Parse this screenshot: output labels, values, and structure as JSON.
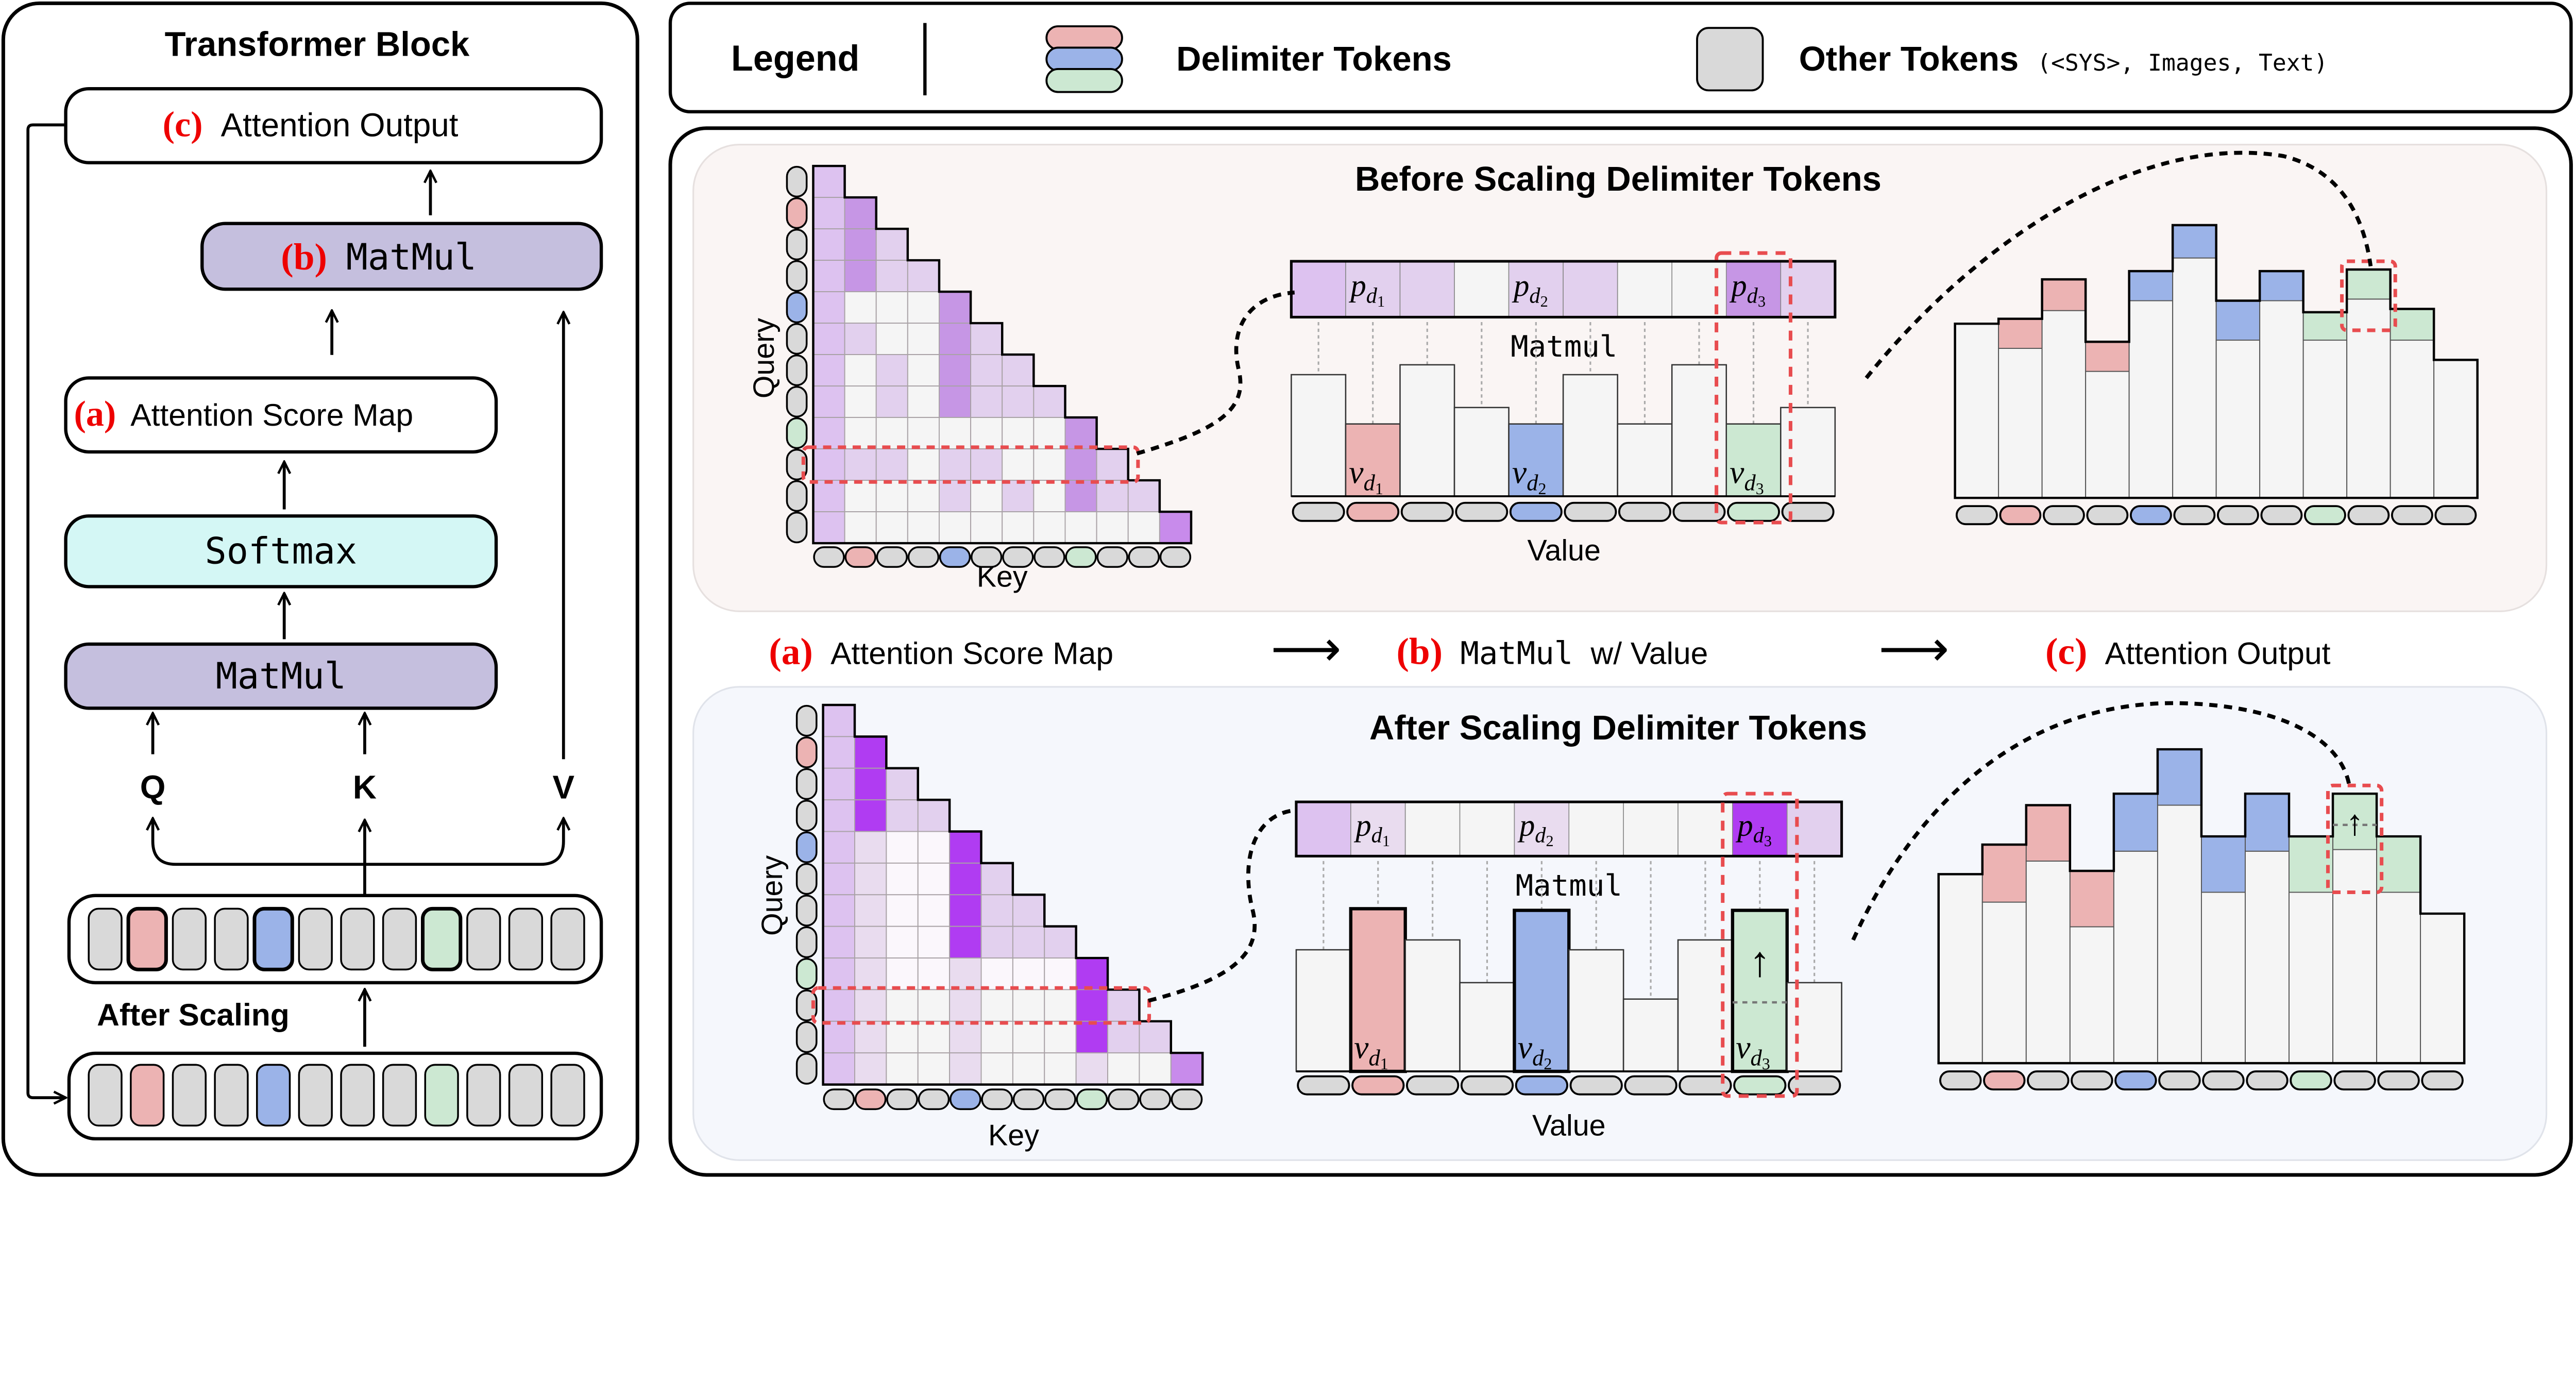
{
  "transformer_block": {
    "title": "Transformer Block",
    "attention_output": {
      "tag": "(c)",
      "label": "Attention Output"
    },
    "matmul_b": {
      "tag": "(b)",
      "label": "MatMul"
    },
    "score_map": {
      "tag": "(a)",
      "label": "Attention Score Map"
    },
    "softmax": "Softmax",
    "matmul": "MatMul",
    "q": "Q",
    "k": "K",
    "v": "V",
    "after_scaling": "After Scaling"
  },
  "legend": {
    "title": "Legend",
    "delimiter": "Delimiter Tokens",
    "other": "Other Tokens",
    "other_note": "(<SYS>, Images, Text)"
  },
  "steps": {
    "a": {
      "tag": "(a)",
      "label": "Attention Score Map"
    },
    "b": {
      "tag": "(b)",
      "mono": "MatMul",
      "label": "w/ Value"
    },
    "c": {
      "tag": "(c)",
      "label": "Attention Output"
    },
    "arrow": "⟶"
  },
  "labels": {
    "query": "Query",
    "key": "Key",
    "value": "Value",
    "matmul": "Matmul",
    "p": "p",
    "v": "v",
    "d": "d",
    "up_arrow": "↑"
  },
  "colors": {
    "red": "#ecb3b3",
    "blue": "#9bb3e8",
    "green": "#cce8d2",
    "grey": "#d9d9d9",
    "tag_red": "#ee0000",
    "highlight": "#e84c4f",
    "matmul_fill": "#c5bfde",
    "softmax_fill": "#d4f7f5",
    "before_bg": "#faf5f4",
    "after_bg": "#f5f7fc",
    "levels": [
      "#f5f5f5",
      "#e2d0ee",
      "#c696e5",
      "#b03cf2",
      "#c88beb",
      "#e9dcef",
      "#fbf7fc",
      "#ddc2f0"
    ]
  },
  "tokens": {
    "count": 12,
    "delimiter_index": {
      "1": "red",
      "4": "blue",
      "8": "green"
    }
  },
  "chart_data": [
    {
      "type": "heatmap",
      "name": "before",
      "title": "Before Scaling Delimiter Tokens",
      "attention_levels": [
        [
          7
        ],
        [
          7,
          2
        ],
        [
          7,
          2,
          1
        ],
        [
          7,
          2,
          1,
          1
        ],
        [
          7,
          0,
          0,
          0,
          2
        ],
        [
          7,
          1,
          0,
          0,
          2,
          1
        ],
        [
          7,
          0,
          1,
          0,
          2,
          1,
          1
        ],
        [
          7,
          0,
          1,
          0,
          2,
          1,
          1,
          1
        ],
        [
          7,
          0,
          0,
          0,
          0,
          0,
          0,
          0,
          2
        ],
        [
          7,
          1,
          1,
          0,
          1,
          1,
          0,
          0,
          2,
          1
        ],
        [
          7,
          0,
          0,
          0,
          1,
          0,
          1,
          0,
          2,
          1,
          1
        ],
        [
          7,
          0,
          0,
          0,
          0,
          0,
          0,
          0,
          0,
          0,
          0,
          4
        ]
      ],
      "highlighted_query_row": 9,
      "p_levels": [
        7,
        1,
        1,
        0,
        1,
        1,
        0,
        0,
        2,
        1
      ],
      "p_labels": {
        "1": "1",
        "4": "2",
        "8": "3"
      },
      "value_tokens": 10,
      "value_delimiters": {
        "1": "red",
        "4": "blue",
        "8": "green"
      },
      "value_heights": [
        74,
        44,
        80,
        54,
        44,
        74,
        44,
        80,
        44,
        54
      ],
      "output_base": [
        106,
        91,
        114,
        77,
        120,
        146,
        96,
        120,
        96,
        121,
        96,
        84
      ],
      "output_delta": [
        0,
        18,
        19,
        18,
        18,
        20,
        24,
        18,
        17,
        18,
        19,
        0
      ],
      "output_delta_color": [
        "none",
        "red",
        "red",
        "red",
        "blue",
        "blue",
        "blue",
        "blue",
        "green",
        "green",
        "green",
        "none"
      ],
      "highlighted_output": 9
    },
    {
      "type": "heatmap",
      "name": "after",
      "title": "After Scaling Delimiter Tokens",
      "attention_levels": [
        [
          7
        ],
        [
          7,
          3
        ],
        [
          7,
          3,
          1
        ],
        [
          7,
          3,
          1,
          1
        ],
        [
          7,
          5,
          6,
          6,
          3
        ],
        [
          7,
          5,
          6,
          6,
          3,
          1
        ],
        [
          7,
          5,
          6,
          6,
          3,
          1,
          1
        ],
        [
          7,
          5,
          6,
          6,
          3,
          1,
          1,
          1
        ],
        [
          7,
          5,
          6,
          6,
          5,
          6,
          6,
          6,
          3
        ],
        [
          7,
          5,
          0,
          0,
          5,
          0,
          0,
          0,
          3,
          1
        ],
        [
          7,
          5,
          0,
          0,
          5,
          0,
          0,
          0,
          3,
          1,
          1
        ],
        [
          7,
          5,
          0,
          0,
          5,
          0,
          0,
          0,
          5,
          0,
          0,
          4
        ]
      ],
      "highlighted_query_row": 9,
      "p_levels": [
        7,
        5,
        0,
        0,
        5,
        0,
        0,
        0,
        3,
        1
      ],
      "p_labels": {
        "1": "1",
        "4": "2",
        "8": "3"
      },
      "value_tokens": 10,
      "value_delimiters": {
        "1": "red",
        "4": "blue",
        "8": "green"
      },
      "value_heights": [
        74,
        99,
        80,
        54,
        98,
        74,
        44,
        80,
        98,
        54
      ],
      "value_previous_height": {
        "8": 42
      },
      "output_base": [
        115,
        98,
        123,
        83,
        129,
        157,
        104,
        129,
        104,
        130,
        104,
        91
      ],
      "output_delta": [
        0,
        35,
        34,
        34,
        35,
        34,
        34,
        35,
        34,
        34,
        34,
        0
      ],
      "output_delta_color": [
        "none",
        "red",
        "red",
        "red",
        "blue",
        "blue",
        "blue",
        "blue",
        "green",
        "green",
        "green",
        "none"
      ],
      "highlighted_output": 9,
      "output_previous_level": {
        "9": 145
      }
    }
  ]
}
